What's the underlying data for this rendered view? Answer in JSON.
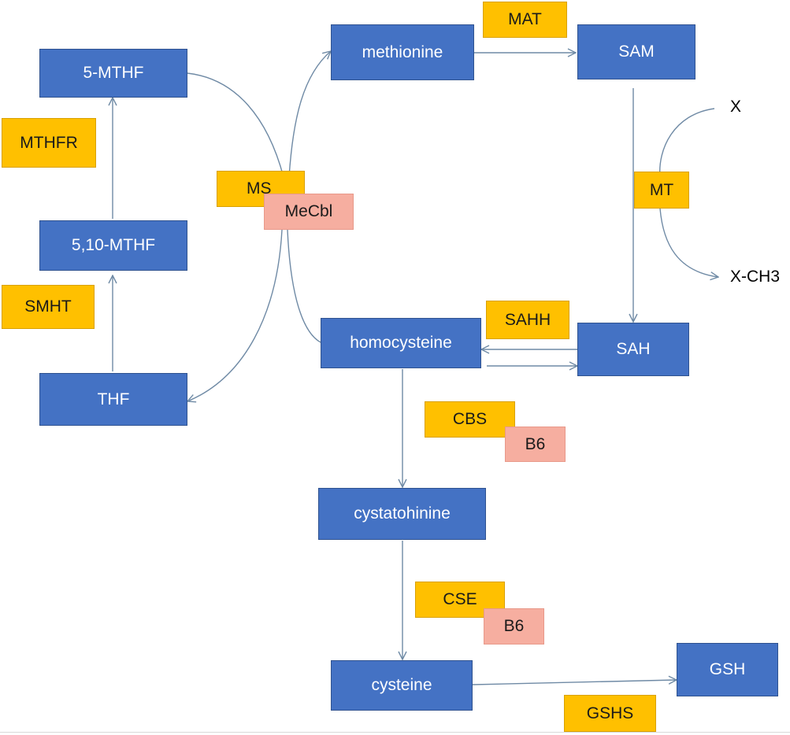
{
  "nodes": {
    "mthf5": "5-MTHF",
    "mthf510": "5,10-MTHF",
    "thf": "THF",
    "methionine": "methionine",
    "sam": "SAM",
    "sah": "SAH",
    "homocysteine": "homocysteine",
    "cystathionine": "cystatohinine",
    "cysteine": "cysteine",
    "gsh": "GSH"
  },
  "enzymes": {
    "mthfr": "MTHFR",
    "smht": "SMHT",
    "ms": "MS",
    "mat": "MAT",
    "mt": "MT",
    "sahh": "SAHH",
    "cbs": "CBS",
    "cse": "CSE",
    "gshs": "GSHS"
  },
  "cofactors": {
    "mecbl": "MeCbl",
    "b6_cbs": "B6",
    "b6_cse": "B6"
  },
  "methyl_labels": {
    "acceptor": "X",
    "product": "X-CH3"
  },
  "colors": {
    "node": "#4472c4",
    "enzyme": "#ffc000",
    "cofactor": "#f6aea0",
    "line": "#6f8aa5"
  }
}
